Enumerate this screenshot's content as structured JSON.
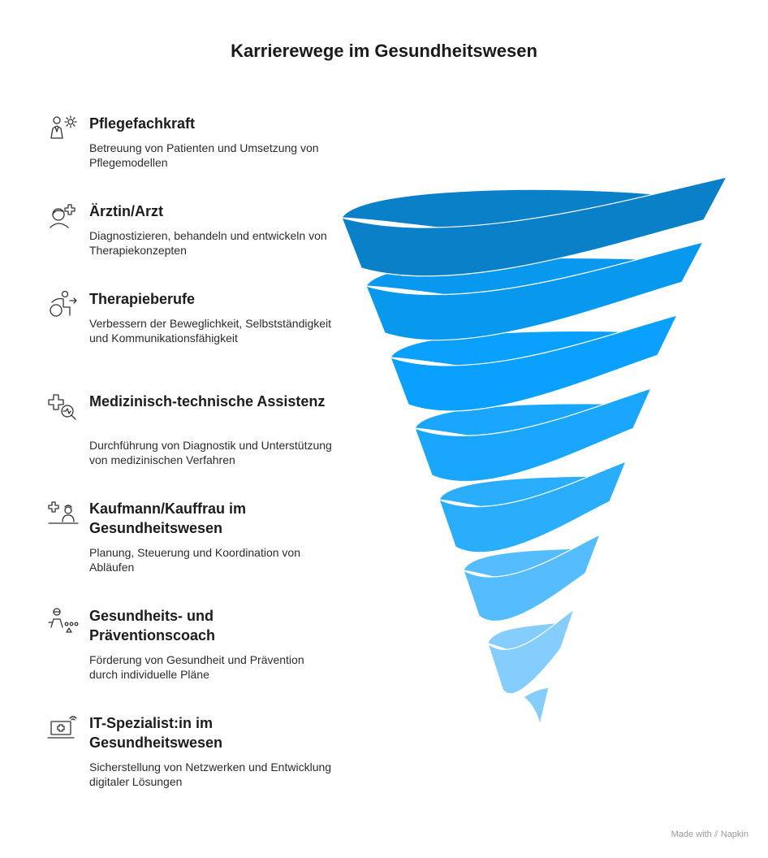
{
  "title": "Karrierewege im Gesundheitswesen",
  "items": [
    {
      "title": "Pflegefachkraft",
      "desc": "Betreuung von Patienten und Umsetzung von Pflegemodellen",
      "icon": "nurse-gear-icon"
    },
    {
      "title": "Ärztin/Arzt",
      "desc": "Diagnostizieren, behandeln und entwickeln von Therapiekonzepten",
      "icon": "doctor-cross-icon"
    },
    {
      "title": "Therapieberufe",
      "desc": "Verbessern der Beweglichkeit, Selbstständigkeit und Kommunikationsfähigkeit",
      "icon": "wheelchair-icon"
    },
    {
      "title": "Medizinisch-technische Assistenz",
      "desc": "Durchführung von Diagnostik und Unterstützung von medizinischen Verfahren",
      "icon": "medical-search-icon"
    },
    {
      "title": "Kaufmann/Kauffrau im Gesundheitswesen",
      "desc": "Planung, Steuerung und Koordination von Abläufen",
      "icon": "office-worker-icon"
    },
    {
      "title": "Gesundheits- und Präventionscoach",
      "desc": "Förderung von Gesundheit und Prävention durch individuelle Pläne",
      "icon": "coach-icon"
    },
    {
      "title": "IT-Spezialist:in im Gesundheitswesen",
      "desc": "Sicherstellung von Netzwerken und Entwicklung digitaler Lösungen",
      "icon": "laptop-wifi-icon"
    }
  ],
  "colors": [
    "#0a80c8",
    "#0898ee",
    "#0aa0fe",
    "#1aa6fc",
    "#2aaefc",
    "#55bdfd",
    "#84cdfd"
  ],
  "footer": {
    "made_with": "Made with",
    "brand": "Napkin"
  }
}
